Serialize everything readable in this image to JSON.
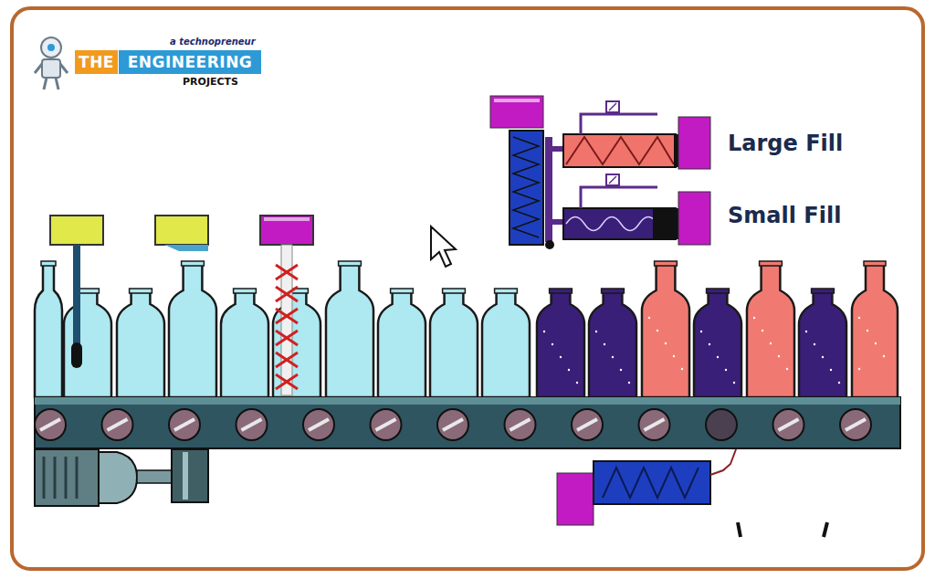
{
  "diagram": {
    "nodes": [
      {
        "text": [
          "THE"
        ]
      },
      {
        "text": [
          "ENGINEERING"
        ]
      }
    ],
    "labels": [
      "a technopreneur",
      "PROJECTS",
      "Large Fill",
      "Small Fill"
    ]
  }
}
